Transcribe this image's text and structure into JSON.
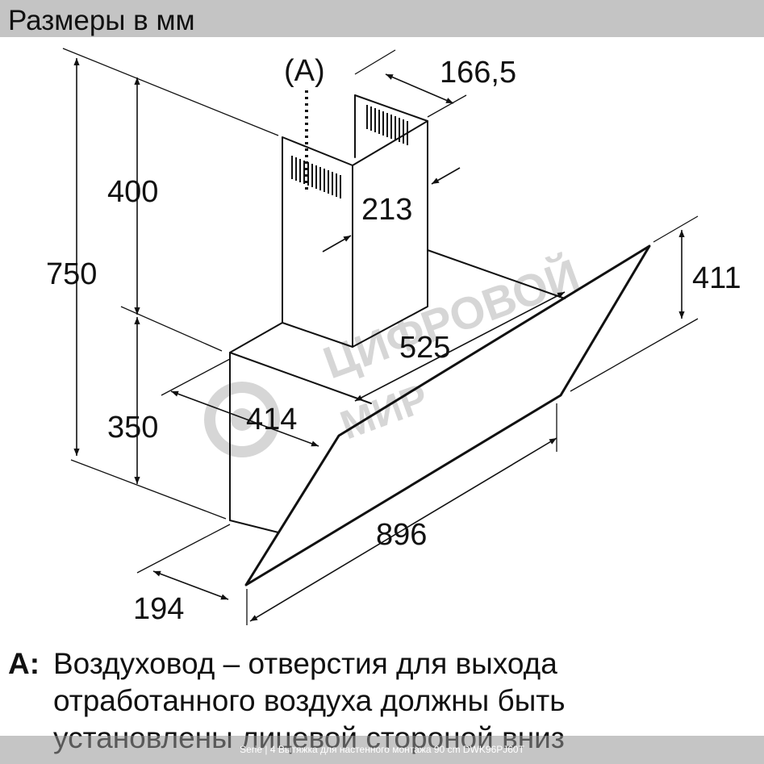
{
  "header": {
    "title": "Размеры в мм"
  },
  "callout": {
    "label": "(A)"
  },
  "dimensions": {
    "duct_depth": "166,5",
    "duct_width": "213",
    "duct_height": "400",
    "total_height": "750",
    "body_height": "350",
    "body_depth": "414",
    "canopy_depth": "525",
    "glass_height": "411",
    "total_width": "896",
    "bottom_depth": "194"
  },
  "watermark": {
    "line1": "ЦИФРОВОЙ",
    "line2": "МИР"
  },
  "note": {
    "key": "A:",
    "lines": [
      "Воздуховод – отверстия для выхода",
      "отработанного воздуха должны быть",
      "установлены лицевой стороной вниз"
    ]
  },
  "footer": {
    "caption": "Serie | 4 Вытяжка для настенного монтажа 90 cm DWK96PJ60T"
  },
  "colors": {
    "header_bg": "#c4c4c4",
    "line": "#111111",
    "watermark": "#d6d6d6"
  }
}
